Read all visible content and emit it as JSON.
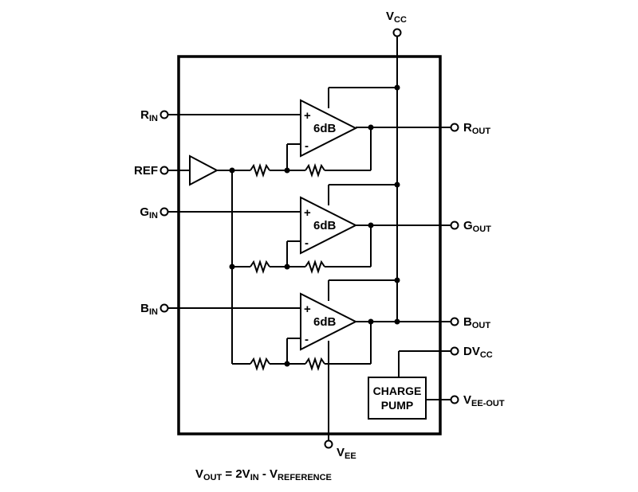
{
  "pins": {
    "vcc": {
      "main": "V",
      "sub": "CC"
    },
    "r_in": {
      "main": "R",
      "sub": "IN"
    },
    "ref": {
      "main": "REF",
      "sub": ""
    },
    "g_in": {
      "main": "G",
      "sub": "IN"
    },
    "b_in": {
      "main": "B",
      "sub": "IN"
    },
    "r_out": {
      "main": "R",
      "sub": "OUT"
    },
    "g_out": {
      "main": "G",
      "sub": "OUT"
    },
    "b_out": {
      "main": "B",
      "sub": "OUT"
    },
    "dv_cc": {
      "main": "DV",
      "sub": "CC"
    },
    "vee_out": {
      "main": "V",
      "sub": "EE-OUT"
    },
    "vee": {
      "main": "V",
      "sub": "EE"
    }
  },
  "amplifiers": [
    {
      "gain": "6dB",
      "plus": "+",
      "minus": "-"
    },
    {
      "gain": "6dB",
      "plus": "+",
      "minus": "-"
    },
    {
      "gain": "6dB",
      "plus": "+",
      "minus": "-"
    }
  ],
  "charge_pump": {
    "line1": "CHARGE",
    "line2": "PUMP"
  },
  "formula": {
    "p1": "V",
    "p1_sub": "OUT",
    "p2": " = 2V",
    "p2_sub": "IN",
    "p3": " - V",
    "p3_sub": "REFERENCE"
  }
}
